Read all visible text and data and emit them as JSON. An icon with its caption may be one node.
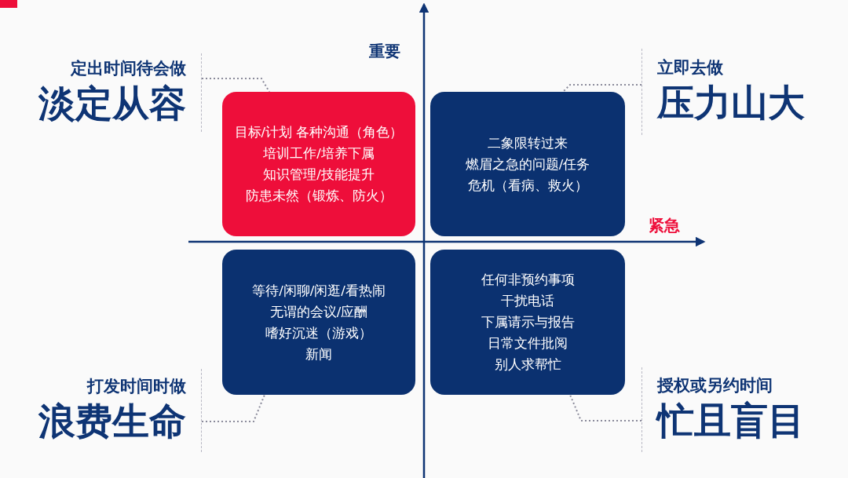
{
  "diagram": {
    "nodes": [
      {
        "text": [
          "定出时间待会做",
          "淡定从容"
        ]
      },
      {
        "text": [
          "目标/计划 各种沟通（角色）",
          "培训工作/培养下属",
          "知识管理/技能提升",
          "防患未然（锻炼、防火）"
        ]
      },
      {
        "text": [
          "二象限转过来",
          "燃眉之急的问题/任务",
          "危机（看病、救火）"
        ]
      },
      {
        "text": [
          "立即去做",
          "压力山大"
        ]
      },
      {
        "text": [
          "等待/闲聊/闲逛/看热闹",
          "无谓的会议/应酬",
          "嗜好沉迷（游戏）",
          "新闻"
        ]
      },
      {
        "text": [
          "任何非预约事项",
          "干扰电话",
          "下属请示与报告",
          "日常文件批阅",
          "别人求帮忙"
        ]
      },
      {
        "text": [
          "打发时间时做",
          "浪费生命"
        ]
      },
      {
        "text": [
          "授权或另约时间",
          "忙且盲目"
        ]
      }
    ],
    "edges": [
      {
        "from": 0,
        "to": 1,
        "arrow": "none",
        "style": "dashed"
      },
      {
        "from": 3,
        "to": 2,
        "arrow": "none",
        "style": "dashed"
      },
      {
        "from": 6,
        "to": 4,
        "arrow": "none",
        "style": "dashed"
      },
      {
        "from": 7,
        "to": 5,
        "arrow": "none",
        "style": "dashed"
      }
    ],
    "labels": [
      "重要",
      "紧急"
    ]
  }
}
